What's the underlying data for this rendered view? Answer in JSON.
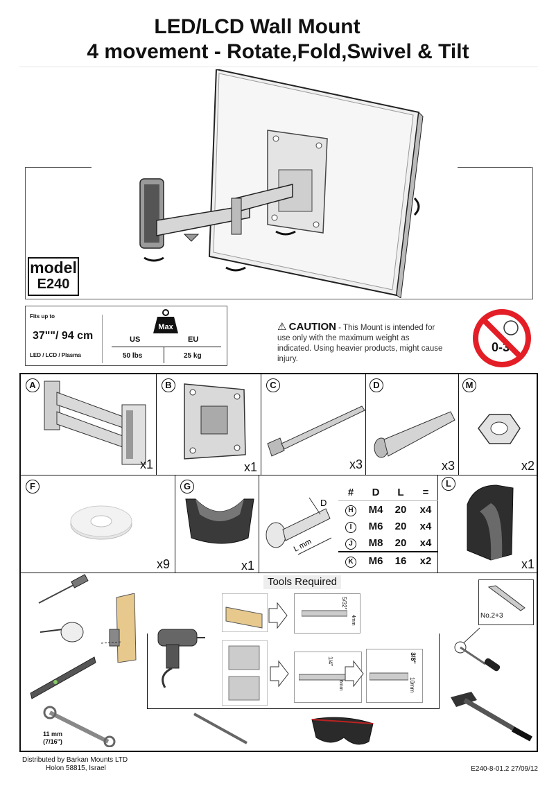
{
  "header": {
    "title_line1": "LED/LCD Wall Mount",
    "title_line2": "4 movement - Rotate,Fold,Swivel & Tilt"
  },
  "model": {
    "label": "model",
    "code": "E240"
  },
  "specs": {
    "fits_label": "Fits up to",
    "screen_size": "37\"\"/ 94 cm",
    "screen_types": "LED / LCD / Plasma",
    "max_label": "Max",
    "units": [
      "US",
      "EU"
    ],
    "loads": [
      "50 lbs",
      "25 kg"
    ]
  },
  "caution": {
    "title": "CAUTION",
    "text": " - This Mount is intended for use only with the maximum weight as indicated. Using heavier products, might cause injury."
  },
  "age_warning": {
    "text": "0-3"
  },
  "parts": [
    {
      "id": "A",
      "qty": "x1"
    },
    {
      "id": "B",
      "qty": "x1"
    },
    {
      "id": "C",
      "qty": "x3"
    },
    {
      "id": "D",
      "qty": "x3"
    },
    {
      "id": "M",
      "qty": "x2"
    },
    {
      "id": "F",
      "qty": "x9"
    },
    {
      "id": "G",
      "qty": "x1"
    },
    {
      "id": "L",
      "qty": "x1"
    }
  ],
  "screw_table": {
    "headers": [
      "#",
      "D",
      "L",
      "="
    ],
    "rows": [
      {
        "id": "H",
        "d": "M4",
        "l": "20",
        "qty": "x4"
      },
      {
        "id": "I",
        "d": "M6",
        "l": "20",
        "qty": "x4"
      },
      {
        "id": "J",
        "d": "M8",
        "l": "20",
        "qty": "x4"
      },
      {
        "id": "K",
        "d": "M6",
        "l": "16",
        "qty": "x2"
      }
    ],
    "dim_d": "D",
    "dim_l": "L mm"
  },
  "tools": {
    "title": "Tools Required",
    "wood_bit": "5/32\"",
    "wood_bit_mm": "4mm",
    "masonry_bit_small": "1/4\"",
    "masonry_bit_small_mm": "6mm",
    "masonry_bit_large": "3/8\"",
    "masonry_bit_large_mm": "10mm",
    "screwdriver": "No.2+3",
    "wrench_size": "11 mm",
    "wrench_size_in": "(7/16\")"
  },
  "footer": {
    "distributor": "Distributed by Barkan Mounts LTD",
    "address": "Holon 58815, Israel",
    "doc_code": "E240-8-01.2  27/09/12"
  }
}
